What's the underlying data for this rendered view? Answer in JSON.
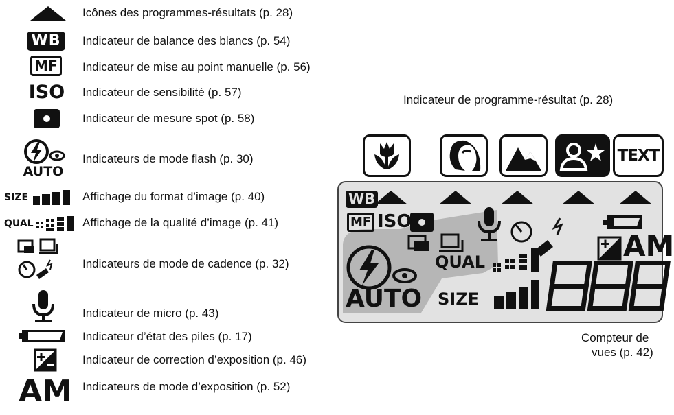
{
  "legend": [
    {
      "icon": "scene-program-icon",
      "label": "Icônes des programmes-résultats (p. 28)"
    },
    {
      "icon": "white-balance-icon",
      "text": "WB",
      "label": "Indicateur de balance des blancs (p. 54)"
    },
    {
      "icon": "manual-focus-icon",
      "text": "MF",
      "label": "Indicateur de mise au point manuelle (p. 56)"
    },
    {
      "icon": "iso-icon",
      "text": "ISO",
      "label": "Indicateur de sensibilité (p. 57)"
    },
    {
      "icon": "spot-metering-icon",
      "label": "Indicateur de mesure spot (p. 58)"
    },
    {
      "icon": "flash-mode-icon",
      "text": "AUTO",
      "label": "Indicateurs de mode flash (p. 30)"
    },
    {
      "icon": "image-size-icon",
      "text": "SIZE",
      "label": "Affichage du format d’image (p. 40)"
    },
    {
      "icon": "image-quality-icon",
      "text": "QUAL",
      "label": "Affichage de la qualité d’image (p. 41)"
    },
    {
      "icon": "drive-mode-icon",
      "label": "Indicateurs de mode de cadence (p. 32)"
    },
    {
      "icon": "microphone-icon",
      "label": "Indicateur de micro (p. 43)"
    },
    {
      "icon": "battery-icon",
      "label": "Indicateur d’état des piles (p. 17)"
    },
    {
      "icon": "exposure-compensation-icon",
      "label": "Indicateur de correction d’exposition (p. 46)"
    },
    {
      "icon": "exposure-mode-icon",
      "text": "AM",
      "label": "Indicateurs de mode d’exposition (p. 52)"
    }
  ],
  "callouts": {
    "program_indicator": "Indicateur de programme-résultat (p. 28)",
    "frame_counter_line1": "Compteur de",
    "frame_counter_line2": "vues (p. 42)"
  },
  "mode_icons": [
    {
      "icon": "macro-tulip-icon"
    },
    {
      "icon": "portrait-icon"
    },
    {
      "icon": "landscape-icon"
    },
    {
      "icon": "night-portrait-icon"
    },
    {
      "icon": "text-mode-icon",
      "text": "TEXT"
    }
  ],
  "lcd": {
    "wb": "WB",
    "mf": "MF",
    "iso": "ISO",
    "qual": "QUAL",
    "size": "SIZE",
    "auto": "AUTO",
    "am": "AM",
    "counter": "888"
  }
}
